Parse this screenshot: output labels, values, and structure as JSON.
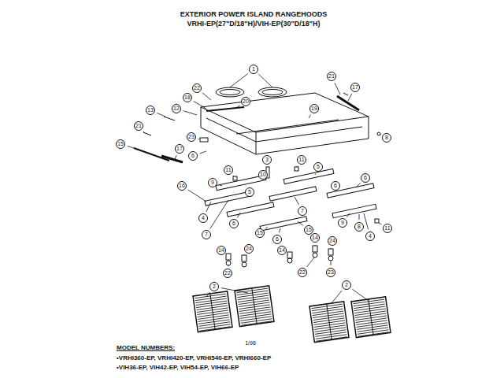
{
  "diagram": {
    "title": "EXTERIOR POWER ISLAND RANGEHOODS",
    "labels": [
      "VRHI-EP(27\"D/18\"H)/VIH-EP(30\"D/18\"H)",
      "1",
      "21",
      "22",
      "17",
      "13",
      "12",
      "18",
      "20",
      "19",
      "21",
      "23",
      "8",
      "17",
      "6",
      "15",
      "3",
      "11",
      "11",
      "5",
      "6",
      "16",
      "9",
      "10",
      "5",
      "6",
      "4",
      "6",
      "7",
      "9",
      "8",
      "7",
      "11",
      "4",
      "15",
      "14",
      "24",
      "6",
      "14",
      "15",
      "14",
      "24",
      "22",
      "22",
      "23",
      "2",
      "2",
      "MODEL NUMBERS:",
      "1/98",
      "•VRHI360-EP, VRHI420-EP, VRHI540-EP, VRHI660-EP",
      "•VIH36-EP, VIH42-EP, VIH54-EP, VIH66-EP"
    ]
  }
}
